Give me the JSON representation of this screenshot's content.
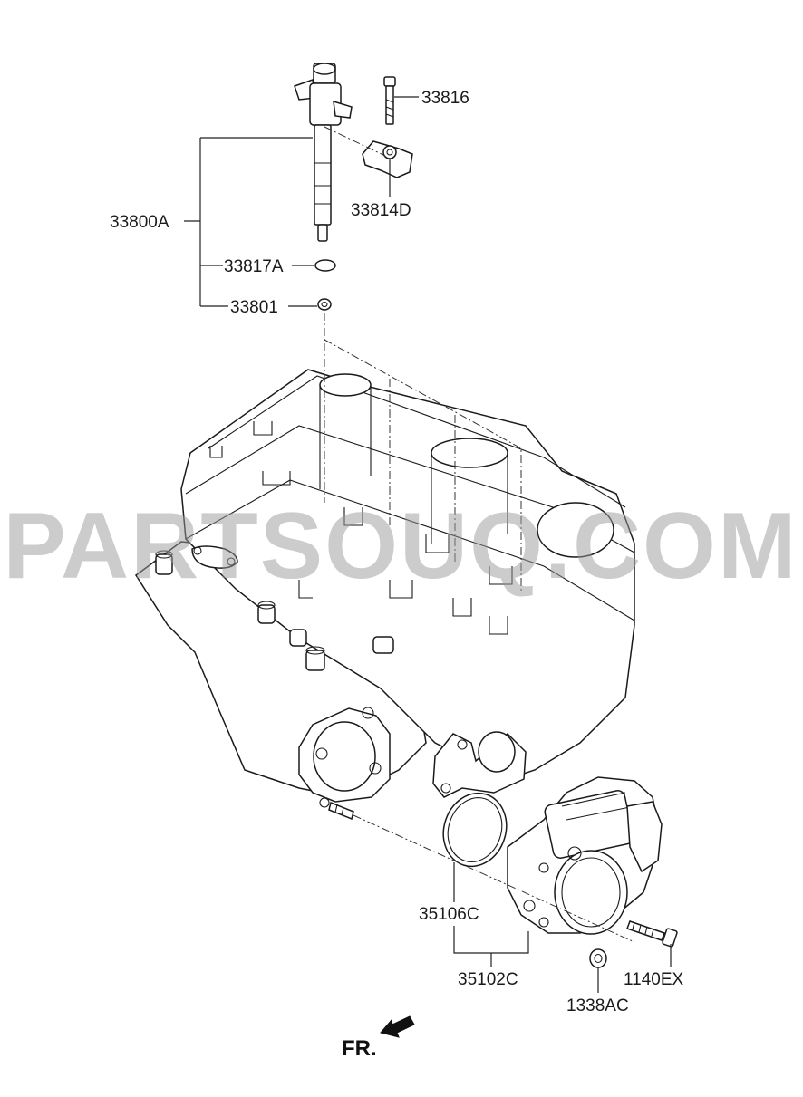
{
  "labels": {
    "p33816": "33816",
    "p33814D": "33814D",
    "p33800A": "33800A",
    "p33817A": "33817A",
    "p33801": "33801",
    "p35106C": "35106C",
    "p35102C": "35102C",
    "p1140EX": "1140EX",
    "p1338AC": "1338AC"
  },
  "direction": {
    "label": "FR."
  },
  "watermark": {
    "text": "PARTSOUQ.COM"
  },
  "colors": {
    "line": "#1a1a1a",
    "watermark": "#9a9a9a",
    "background": "#ffffff"
  }
}
